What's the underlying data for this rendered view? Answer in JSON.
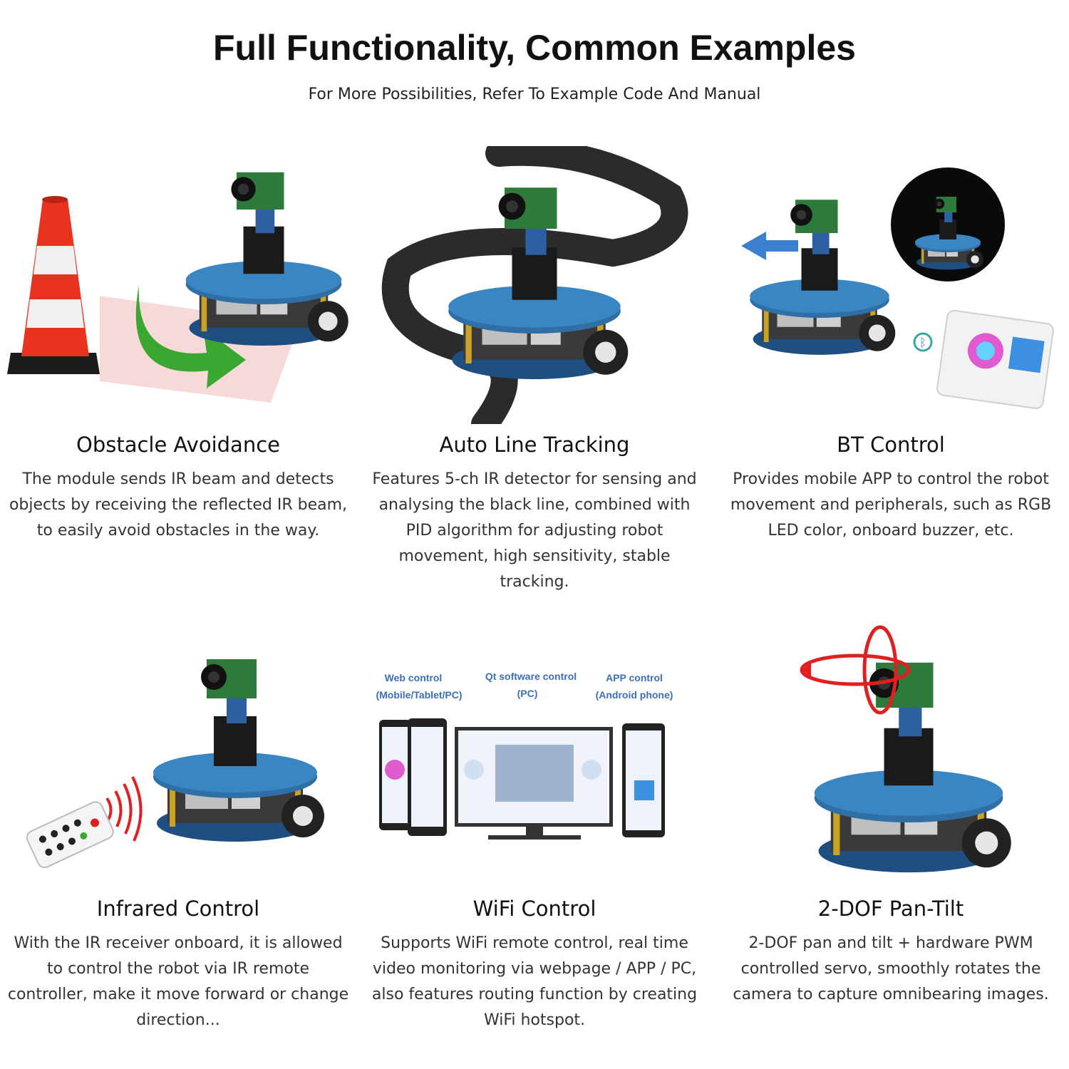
{
  "header": {
    "title": "Full Functionality, Common Examples",
    "subtitle": "For More Possibilities, Refer To Example Code And Manual"
  },
  "features": [
    {
      "title": "Obstacle Avoidance",
      "description": "The module sends IR beam and detects objects by receiving the reflected IR beam, to easily avoid obstacles in the way."
    },
    {
      "title": "Auto Line Tracking",
      "description": "Features 5-ch IR detector for sensing and analysing the black line, combined with PID algorithm for adjusting robot movement, high sensitivity, stable tracking."
    },
    {
      "title": "BT Control",
      "description": "Provides mobile APP to control the robot movement and peripherals, such as RGB LED color, onboard buzzer, etc."
    },
    {
      "title": "Infrared Control",
      "description": "With the IR receiver onboard, it is allowed to control the robot via IR remote controller, make it move forward or change direction..."
    },
    {
      "title": "WiFi Control",
      "description": "Supports WiFi remote control, real time video monitoring via webpage / APP / PC, also features routing function by creating WiFi hotspot."
    },
    {
      "title": "2-DOF Pan-Tilt",
      "description": "2-DOF pan and tilt + hardware PWM controlled servo, smoothly rotates the camera to capture omnibearing images."
    }
  ],
  "wifi_labels": {
    "web": "Web control",
    "web_sub": "(Mobile/Tablet/PC)",
    "qt": "Qt software control",
    "qt_sub": "(PC)",
    "app": "APP control",
    "app_sub": "(Android phone)"
  },
  "colors": {
    "board_blue": "#2f6fa6",
    "arrow_green": "#3aa830",
    "cone_red": "#e8331f",
    "label_blue": "#3d6fb6"
  },
  "icons": [
    "traffic-cone-icon",
    "curved-arrow-icon",
    "robot-car-icon",
    "bluetooth-icon",
    "ir-remote-icon",
    "monitor-icon",
    "phone-icon",
    "rotation-arrow-icon"
  ]
}
